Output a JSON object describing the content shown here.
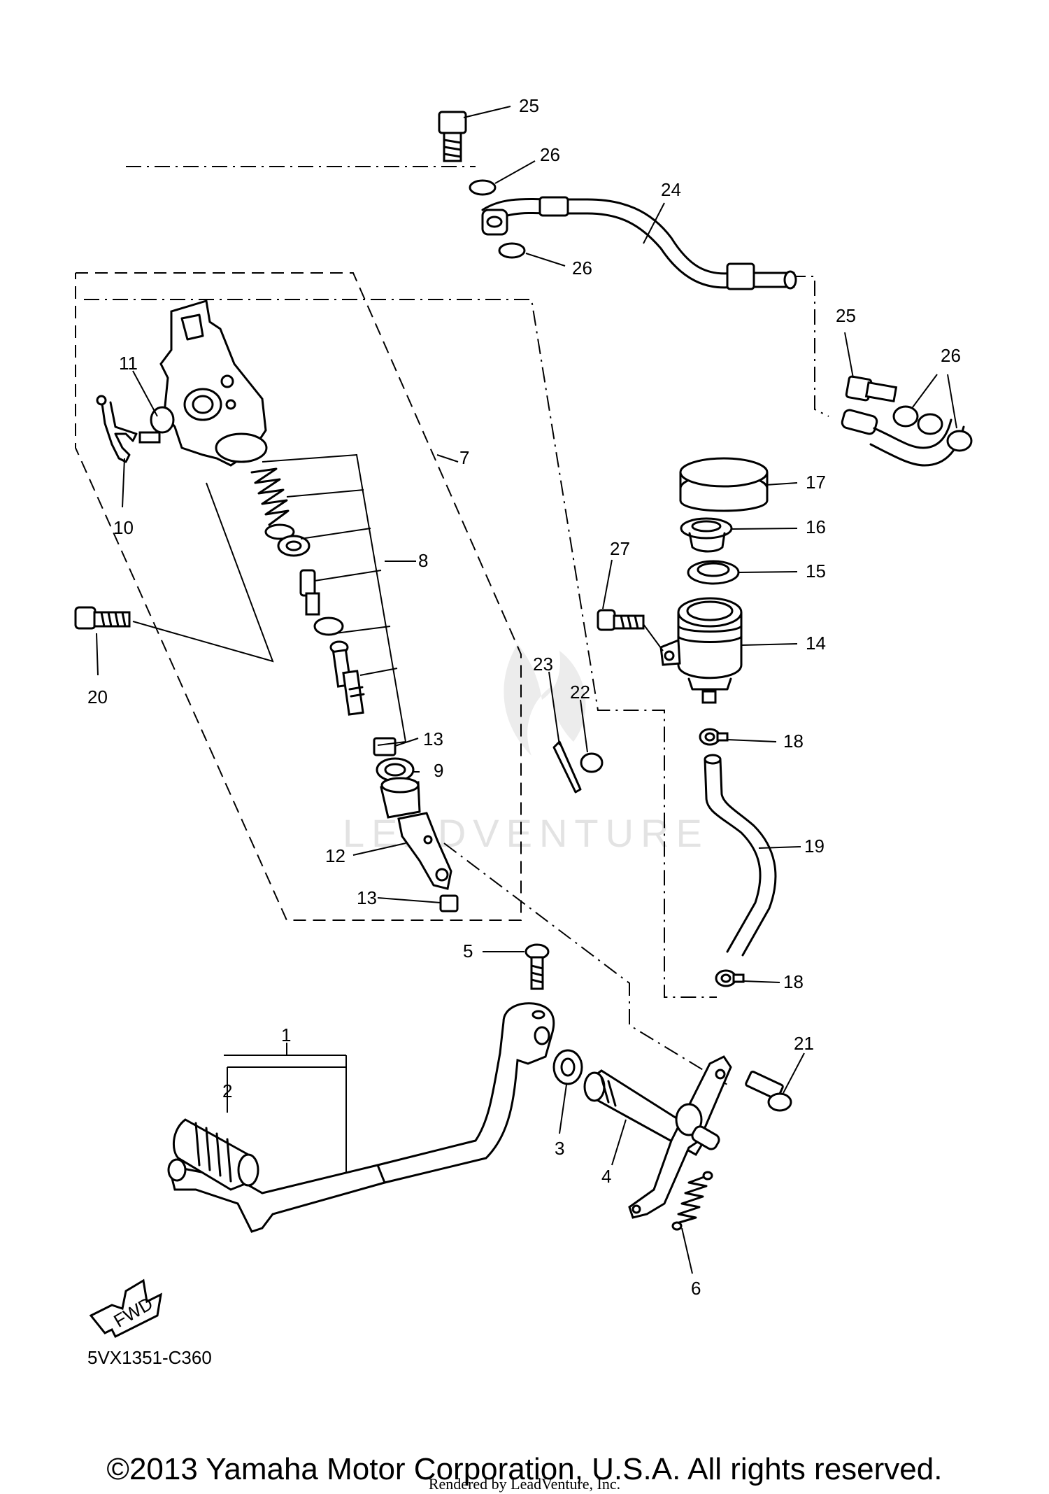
{
  "diagram": {
    "callouts": [
      {
        "id": "c25a",
        "label": "25"
      },
      {
        "id": "c26a",
        "label": "26"
      },
      {
        "id": "c24",
        "label": "24"
      },
      {
        "id": "c26b",
        "label": "26"
      },
      {
        "id": "c25b",
        "label": "25"
      },
      {
        "id": "c26c",
        "label": "26"
      },
      {
        "id": "c11",
        "label": "11"
      },
      {
        "id": "c10",
        "label": "10"
      },
      {
        "id": "c7",
        "label": "7"
      },
      {
        "id": "c17",
        "label": "17"
      },
      {
        "id": "c16",
        "label": "16"
      },
      {
        "id": "c15",
        "label": "15"
      },
      {
        "id": "c27",
        "label": "27"
      },
      {
        "id": "c8",
        "label": "8"
      },
      {
        "id": "c14",
        "label": "14"
      },
      {
        "id": "c20",
        "label": "20"
      },
      {
        "id": "c23",
        "label": "23"
      },
      {
        "id": "c22",
        "label": "22"
      },
      {
        "id": "c13a",
        "label": "13"
      },
      {
        "id": "c9",
        "label": "9"
      },
      {
        "id": "c18a",
        "label": "18"
      },
      {
        "id": "c12",
        "label": "12"
      },
      {
        "id": "c19",
        "label": "19"
      },
      {
        "id": "c13b",
        "label": "13"
      },
      {
        "id": "c5",
        "label": "5"
      },
      {
        "id": "c18b",
        "label": "18"
      },
      {
        "id": "c1",
        "label": "1"
      },
      {
        "id": "c21",
        "label": "21"
      },
      {
        "id": "c2",
        "label": "2"
      },
      {
        "id": "c3",
        "label": "3"
      },
      {
        "id": "c4",
        "label": "4"
      },
      {
        "id": "c6",
        "label": "6"
      }
    ],
    "fwd_label": "FWD",
    "code": "5VX1351-C360",
    "watermark": "LEADVENTURE"
  },
  "footer": {
    "copyright": "©2013 Yamaha Motor Corporation, U.S.A. All rights reserved.",
    "rendered_by": "Rendered by LeadVenture, Inc."
  }
}
